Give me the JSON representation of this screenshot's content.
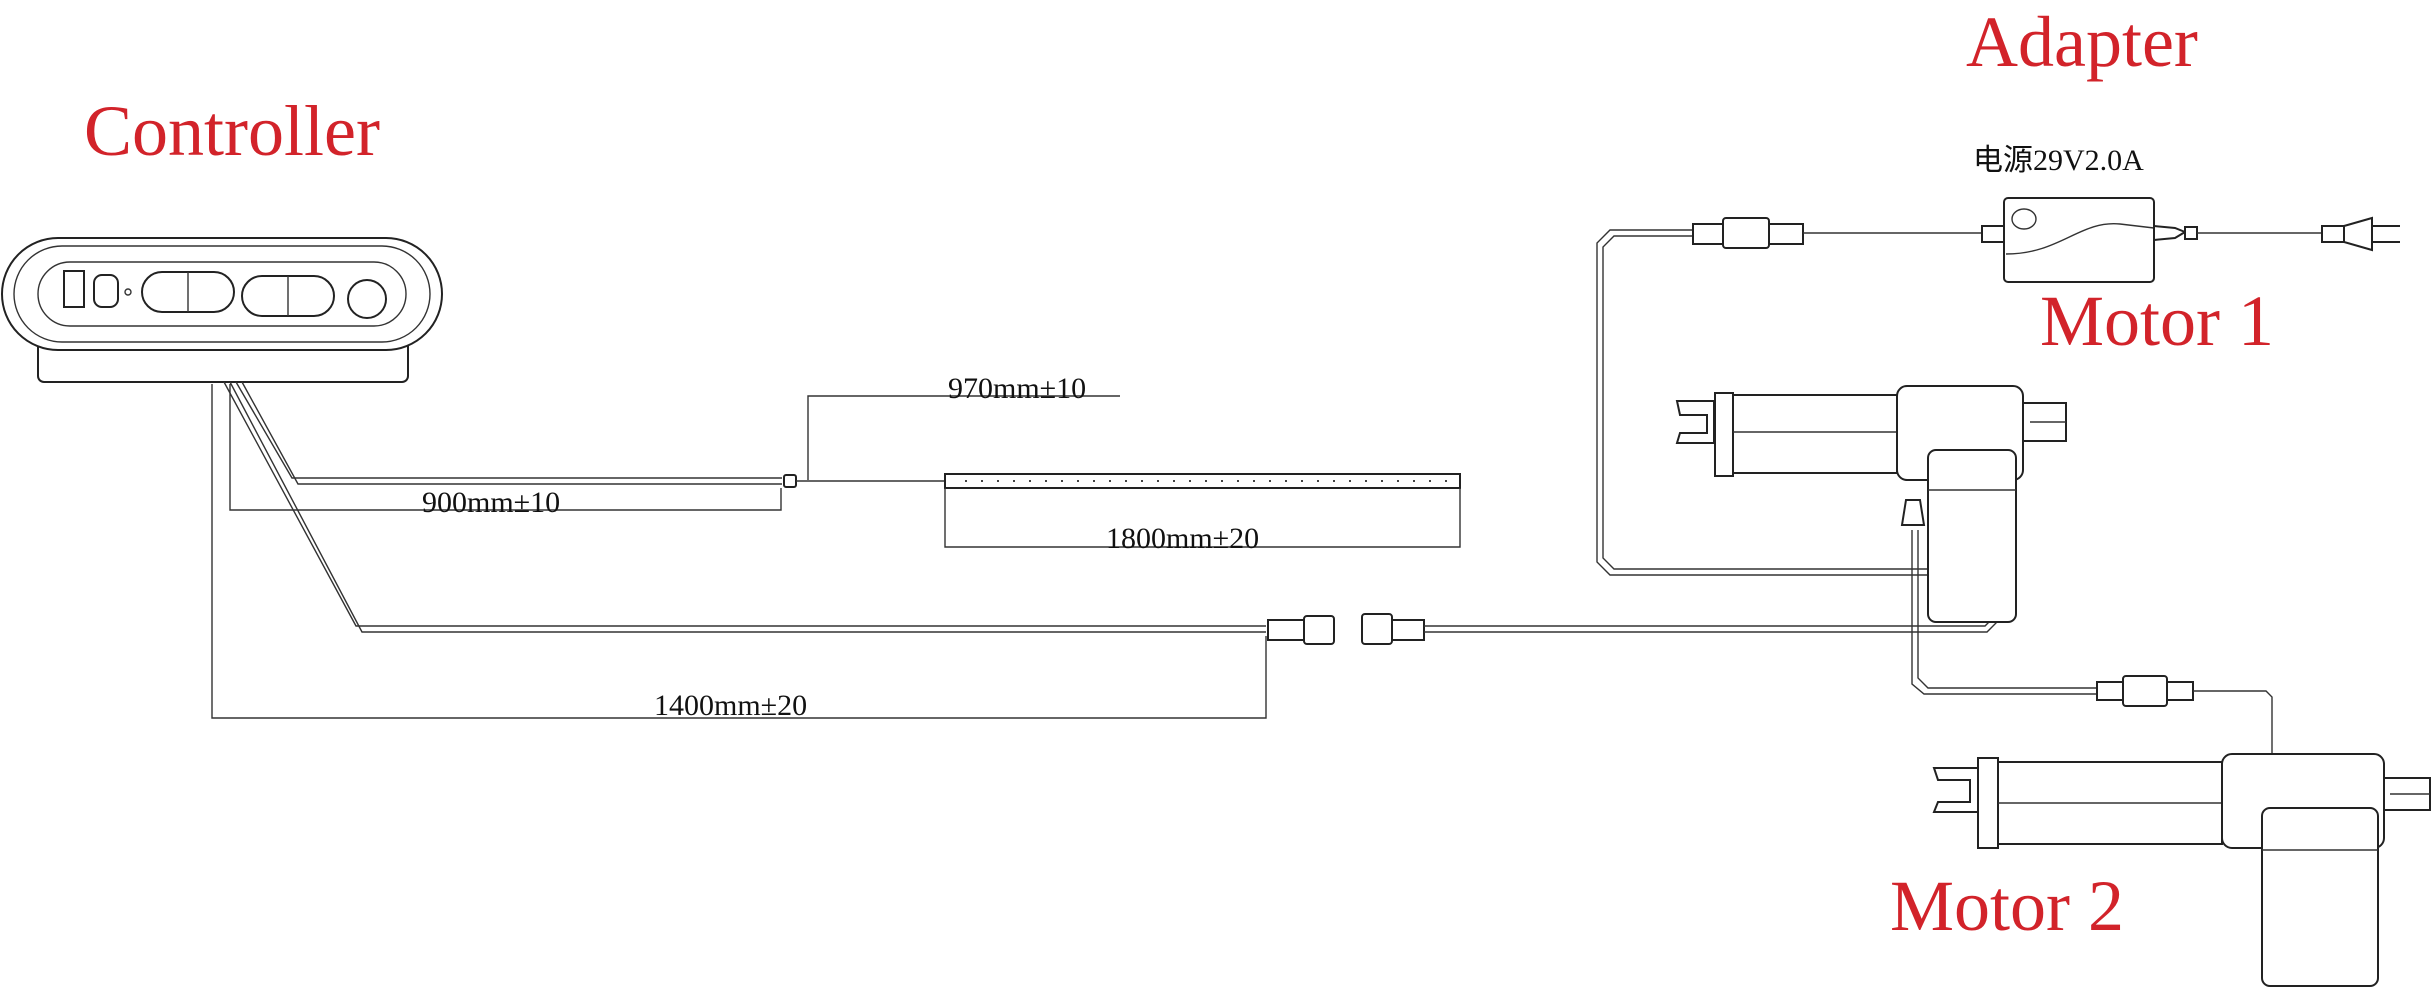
{
  "labels": {
    "controller": "Controller",
    "adapter": "Adapter",
    "adapter_spec": "电源29V2.0A",
    "motor1": "Motor 1",
    "motor2": "Motor 2"
  },
  "dimensions": {
    "led_lead": "970mm±10",
    "controller_cable_1": "900mm±10",
    "led_strip": "1800mm±20",
    "motor_cable": "1400mm±20"
  },
  "colors": {
    "label_red": "#d2232a",
    "line": "#222222"
  }
}
